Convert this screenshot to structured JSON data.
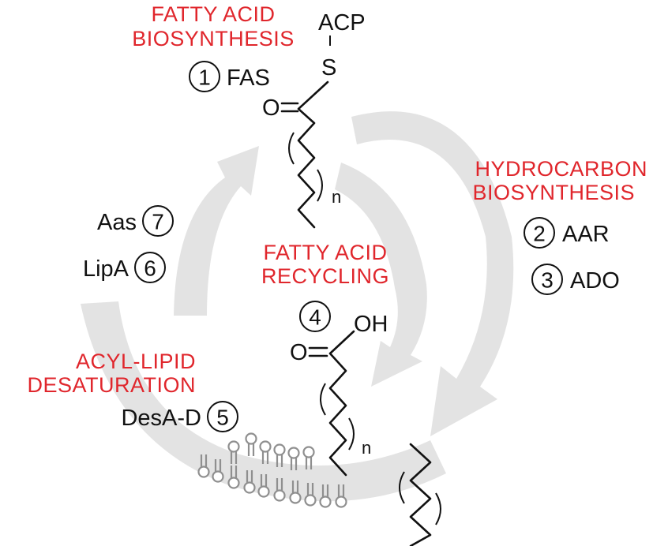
{
  "colors": {
    "accent_red": "#e0262c",
    "arrow_gray": "#e3e3e3",
    "lipid_gray": "#8f8f8f",
    "ink": "#111111"
  },
  "labels": {
    "fatty_acid_biosynthesis": [
      "FATTY ACID",
      "BIOSYNTHESIS"
    ],
    "hydrocarbon_biosynthesis": [
      "HYDROCARBON",
      "BIOSYNTHESIS"
    ],
    "fatty_acid_recycling": [
      "FATTY ACID",
      "RECYCLING"
    ],
    "acyl_lipid_desaturation": [
      "ACYL-LIPID",
      "DESATURATION"
    ]
  },
  "enzymes": [
    {
      "number": "1",
      "name": "FAS"
    },
    {
      "number": "2",
      "name": "AAR"
    },
    {
      "number": "3",
      "name": "ADO"
    },
    {
      "number": "4",
      "name": ""
    },
    {
      "number": "5",
      "name": "DesA-D"
    },
    {
      "number": "6",
      "name": "LipA"
    },
    {
      "number": "7",
      "name": "Aas"
    }
  ],
  "structures": {
    "acyl_acp": {
      "carrier": "ACP",
      "sulfur": "S",
      "oxygen": "O",
      "repeat": "n"
    },
    "fatty_acid": {
      "hydroxyl": "OH",
      "oxygen": "O",
      "repeat": "n"
    }
  },
  "icons": [
    "circular-arrow-icon",
    "lipid-bilayer-icon",
    "enzyme-number-circle"
  ]
}
